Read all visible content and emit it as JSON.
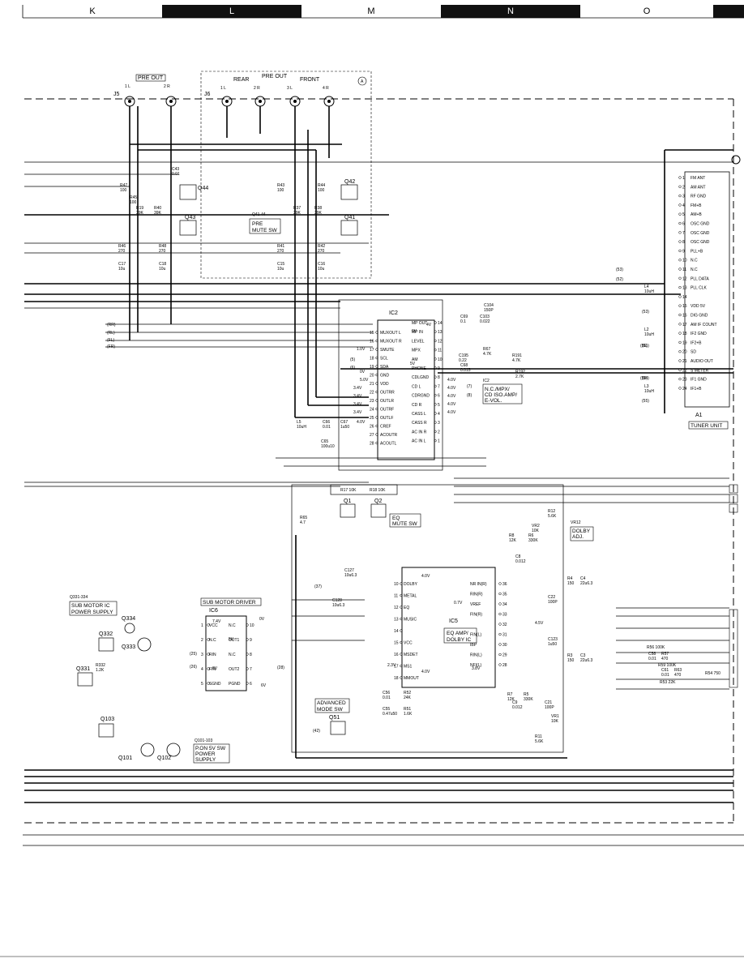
{
  "grid": [
    {
      "label": "K",
      "dark": false
    },
    {
      "label": "L",
      "dark": true
    },
    {
      "label": "M",
      "dark": false
    },
    {
      "label": "N",
      "dark": true
    },
    {
      "label": "O",
      "dark": false
    }
  ],
  "labels": {
    "pre_out_j5": "PRE OUT",
    "j5": "J5",
    "j5_1l": "1 L",
    "j5_2r": "2 R",
    "j6": "J6",
    "pre_out_j6": "PRE OUT",
    "rear": "REAR",
    "front": "FRONT",
    "j6_1l": "1 L",
    "j6_2r": "2 R",
    "j6_3l": "3 L",
    "j6_4r": "4 R",
    "mark_a": "A",
    "q44": "Q44",
    "q43": "Q43",
    "q42": "Q42",
    "q41": "Q41",
    "q41_44": "Q41-44",
    "pre_mute_1": "PRE",
    "pre_mute_2": "MUTE SW",
    "ic2": "IC2",
    "ic2_desc_1": "N.C./MPX/",
    "ic2_desc_2": "CD ISO.AMP/",
    "ic2_desc_3": "E-VOL.",
    "ic2_ref": "IC2",
    "tuner_unit": "TUNER UNIT",
    "a1": "A1",
    "eq_mute_1": "EQ",
    "eq_mute_2": "MUTE SW",
    "q1": "Q1",
    "q2": "Q2",
    "ic5": "IC5",
    "ic5_desc_1": "EQ AMP/",
    "ic5_desc_2": "DOLBY IC",
    "dolby_adj_1": "DOLBY",
    "dolby_adj_2": "ADJ.",
    "vr12": "VR12",
    "sub_motor_drv": "SUB MOTOR DRIVER",
    "ic6": "IC6",
    "q331_334": "Q331-334",
    "sub_motor_ps_1": "SUB MOTOR IC",
    "sub_motor_ps_2": "POWER SUPPLY",
    "q334": "Q334",
    "q332": "Q332",
    "q333": "Q333",
    "q331": "Q331",
    "q103": "Q103",
    "q101": "Q101",
    "q102": "Q102",
    "q101_103": "Q101-103",
    "pon_1": "P.ON 5V SW",
    "pon_2": "POWER",
    "pon_3": "SUPPLY",
    "adv_mode_1": "ADVANCED",
    "adv_mode_2": "MODE SW",
    "q51": "Q51",
    "r17": "R17 10K",
    "r18": "R18 10K",
    "r56": "R56 100K",
    "r59": "R59 100K",
    "r54": "R54 750",
    "r53": "R53 22K"
  },
  "ic2_pins_left": [
    {
      "n": "15",
      "name": "MUXOUT L"
    },
    {
      "n": "16",
      "name": "MUXOUT R"
    },
    {
      "n": "17",
      "name": "SMUTE"
    },
    {
      "n": "18",
      "name": "SCL"
    },
    {
      "n": "19",
      "name": "SDA"
    },
    {
      "n": "20",
      "name": "GND"
    },
    {
      "n": "21",
      "name": "VDD"
    },
    {
      "n": "22",
      "name": "OUTRR"
    },
    {
      "n": "23",
      "name": "OUTLR"
    },
    {
      "n": "24",
      "name": "OUTRF"
    },
    {
      "n": "25",
      "name": "OUTLF"
    },
    {
      "n": "26",
      "name": "CREF"
    },
    {
      "n": "27",
      "name": "ACOUTR"
    },
    {
      "n": "28",
      "name": "ACOUTL"
    }
  ],
  "ic2_pins_right": [
    {
      "n": "14",
      "name": "MP OUT"
    },
    {
      "n": "13",
      "name": "MP IN"
    },
    {
      "n": "12",
      "name": "LEVEL"
    },
    {
      "n": "11",
      "name": "MPX"
    },
    {
      "n": "10",
      "name": "AM"
    },
    {
      "n": "9",
      "name": "PHONE"
    },
    {
      "n": "8",
      "name": "CDLGND"
    },
    {
      "n": "7",
      "name": "CD L"
    },
    {
      "n": "6",
      "name": "CDRGND"
    },
    {
      "n": "5",
      "name": "CD R"
    },
    {
      "n": "4",
      "name": "CASS L"
    },
    {
      "n": "3",
      "name": "CASS R"
    },
    {
      "n": "2",
      "name": "AC IN R"
    },
    {
      "n": "1",
      "name": "AC IN L"
    }
  ],
  "tuner_pins": [
    {
      "n": "1",
      "name": "FM ANT"
    },
    {
      "n": "2",
      "name": "AM ANT"
    },
    {
      "n": "3",
      "name": "RF GND"
    },
    {
      "n": "4",
      "name": "FM+B"
    },
    {
      "n": "5",
      "name": "AM+B"
    },
    {
      "n": "6",
      "name": "OSC GND"
    },
    {
      "n": "7",
      "name": "OSC GND"
    },
    {
      "n": "8",
      "name": "OSC GND"
    },
    {
      "n": "9",
      "name": "PLL+B"
    },
    {
      "n": "10",
      "name": "N.C"
    },
    {
      "n": "11",
      "name": "N.C"
    },
    {
      "n": "12",
      "name": "PLL DATA"
    },
    {
      "n": "13",
      "name": "PLL CLK"
    },
    {
      "n": "14",
      "name": ""
    },
    {
      "n": "15",
      "name": "VDD 5V"
    },
    {
      "n": "16",
      "name": "DIG GND"
    },
    {
      "n": "17",
      "name": "AM IF COUNT"
    },
    {
      "n": "18",
      "name": "IF2 GND"
    },
    {
      "n": "19",
      "name": "IF2+B"
    },
    {
      "n": "20",
      "name": "SD"
    },
    {
      "n": "21",
      "name": "AUDIO OUT"
    },
    {
      "n": "22",
      "name": "S METER"
    },
    {
      "n": "23",
      "name": "IF1 GND"
    },
    {
      "n": "24",
      "name": "IF1+B"
    }
  ],
  "ic5_pins_left": [
    {
      "n": "10",
      "name": "DOLBY"
    },
    {
      "n": "11",
      "name": "METAL"
    },
    {
      "n": "12",
      "name": "EQ"
    },
    {
      "n": "13",
      "name": "MUSIC"
    },
    {
      "n": "14",
      "name": ""
    },
    {
      "n": "15",
      "name": "VCC"
    },
    {
      "n": "16",
      "name": "MSDET"
    },
    {
      "n": "17",
      "name": "MS1"
    },
    {
      "n": "18",
      "name": "MMOUT"
    }
  ],
  "ic5_pins_right": [
    {
      "n": "36",
      "name": "NR IN(R)"
    },
    {
      "n": "35",
      "name": "RIN(R)"
    },
    {
      "n": "34",
      "name": "VREF"
    },
    {
      "n": "33",
      "name": "FIN(R)"
    },
    {
      "n": "32",
      "name": ""
    },
    {
      "n": "31",
      "name": "FIN(L)"
    },
    {
      "n": "30",
      "name": "IBP"
    },
    {
      "n": "29",
      "name": "RIN(L)"
    },
    {
      "n": "28",
      "name": "NFI(L)"
    }
  ],
  "ic6_pins_left": [
    {
      "n": "1",
      "name": "VCC"
    },
    {
      "n": "2",
      "name": "N.C"
    },
    {
      "n": "3",
      "name": "RIN"
    },
    {
      "n": "4",
      "name": "FIN"
    },
    {
      "n": "5",
      "name": "SGND"
    }
  ],
  "ic6_pins_right": [
    {
      "n": "10",
      "name": "N.C"
    },
    {
      "n": "9",
      "name": "OUT1"
    },
    {
      "n": "8",
      "name": "N.C"
    },
    {
      "n": "7",
      "name": "OUT2"
    },
    {
      "n": "6",
      "name": "PGND"
    }
  ],
  "components": [
    {
      "ref": "R47",
      "val": "100"
    },
    {
      "ref": "R45",
      "val": "100"
    },
    {
      "ref": "R19",
      "val": "39K"
    },
    {
      "ref": "R40",
      "val": "39K"
    },
    {
      "ref": "R46",
      "val": "270"
    },
    {
      "ref": "R48",
      "val": "270"
    },
    {
      "ref": "C17",
      "val": "10u"
    },
    {
      "ref": "C18",
      "val": "10u"
    },
    {
      "ref": "R43",
      "val": "100"
    },
    {
      "ref": "R44",
      "val": "100"
    },
    {
      "ref": "R37",
      "val": "39K"
    },
    {
      "ref": "R38",
      "val": "39K"
    },
    {
      "ref": "R41",
      "val": "270"
    },
    {
      "ref": "R42",
      "val": "270"
    },
    {
      "ref": "C15",
      "val": "10u"
    },
    {
      "ref": "C16",
      "val": "10u"
    },
    {
      "ref": "C43",
      "val": "0.01"
    },
    {
      "ref": "C104",
      "val": "150P"
    },
    {
      "ref": "C103",
      "val": "0.022"
    },
    {
      "ref": "C69",
      "val": "0.1"
    },
    {
      "ref": "R67",
      "val": "4.7K"
    },
    {
      "ref": "C195",
      "val": "0.22"
    },
    {
      "ref": "C68",
      "val": "0.015"
    },
    {
      "ref": "R191",
      "val": "4.7K"
    },
    {
      "ref": "R192",
      "val": "2.7K"
    },
    {
      "ref": "L5",
      "val": "10uH"
    },
    {
      "ref": "C66",
      "val": "0.01"
    },
    {
      "ref": "C67",
      "val": "1u50"
    },
    {
      "ref": "C65",
      "val": "100u10"
    },
    {
      "ref": "R65",
      "val": "4.7"
    },
    {
      "ref": "L4",
      "val": "10uH"
    },
    {
      "ref": "L2",
      "val": "10uH"
    },
    {
      "ref": "L3",
      "val": "10uH"
    },
    {
      "ref": "C127",
      "val": "10u6.3"
    },
    {
      "ref": "C128",
      "val": "10u6.3"
    },
    {
      "ref": "C56",
      "val": "0.01"
    },
    {
      "ref": "C55",
      "val": "0.47u50"
    },
    {
      "ref": "R52",
      "val": "24K"
    },
    {
      "ref": "R51",
      "val": "1.6K"
    },
    {
      "ref": "R332",
      "val": "1.2K"
    },
    {
      "ref": "R12",
      "val": "5.6K"
    },
    {
      "ref": "R8",
      "val": "12K"
    },
    {
      "ref": "R6",
      "val": "330K"
    },
    {
      "ref": "C8",
      "val": "0.012"
    },
    {
      "ref": "VR2",
      "val": "10K"
    },
    {
      "ref": "R4",
      "val": "150"
    },
    {
      "ref": "C4",
      "val": "22u6.3"
    },
    {
      "ref": "C22",
      "val": "100P"
    },
    {
      "ref": "R3",
      "val": "150"
    },
    {
      "ref": "C3",
      "val": "22u6.3"
    },
    {
      "ref": "C123",
      "val": "1u50"
    },
    {
      "ref": "R7",
      "val": "12K"
    },
    {
      "ref": "R5",
      "val": "330K"
    },
    {
      "ref": "C9",
      "val": "0.012"
    },
    {
      "ref": "C21",
      "val": "100P"
    },
    {
      "ref": "VR1",
      "val": "10K"
    },
    {
      "ref": "R11",
      "val": "5.6K"
    },
    {
      "ref": "C58",
      "val": "0.01"
    },
    {
      "ref": "R57",
      "val": "470"
    },
    {
      "ref": "C61",
      "val": "0.01"
    },
    {
      "ref": "R63",
      "val": "470"
    }
  ],
  "voltages": [
    "4V",
    "0V",
    "1.0V",
    "5V",
    "0V",
    "5.0V",
    "3.4V",
    "3.4V",
    "3.4V",
    "3.4V",
    "4.0V",
    "4.0V",
    "4.0V",
    "4.0V",
    "4.0V",
    "4.0V",
    "7.4V",
    "0V",
    "5V",
    "0V",
    "6V",
    "4.0V",
    "2.3V",
    "4.0V",
    "3.8V",
    "4.5V",
    "0.7V"
  ],
  "edge_refs": [
    "RR",
    "RL",
    "FL",
    "FR",
    "5",
    "6",
    "7",
    "8",
    "53",
    "52",
    "53",
    "51",
    "54",
    "55",
    "58",
    "56",
    "42",
    "37",
    "25",
    "26",
    "28"
  ]
}
